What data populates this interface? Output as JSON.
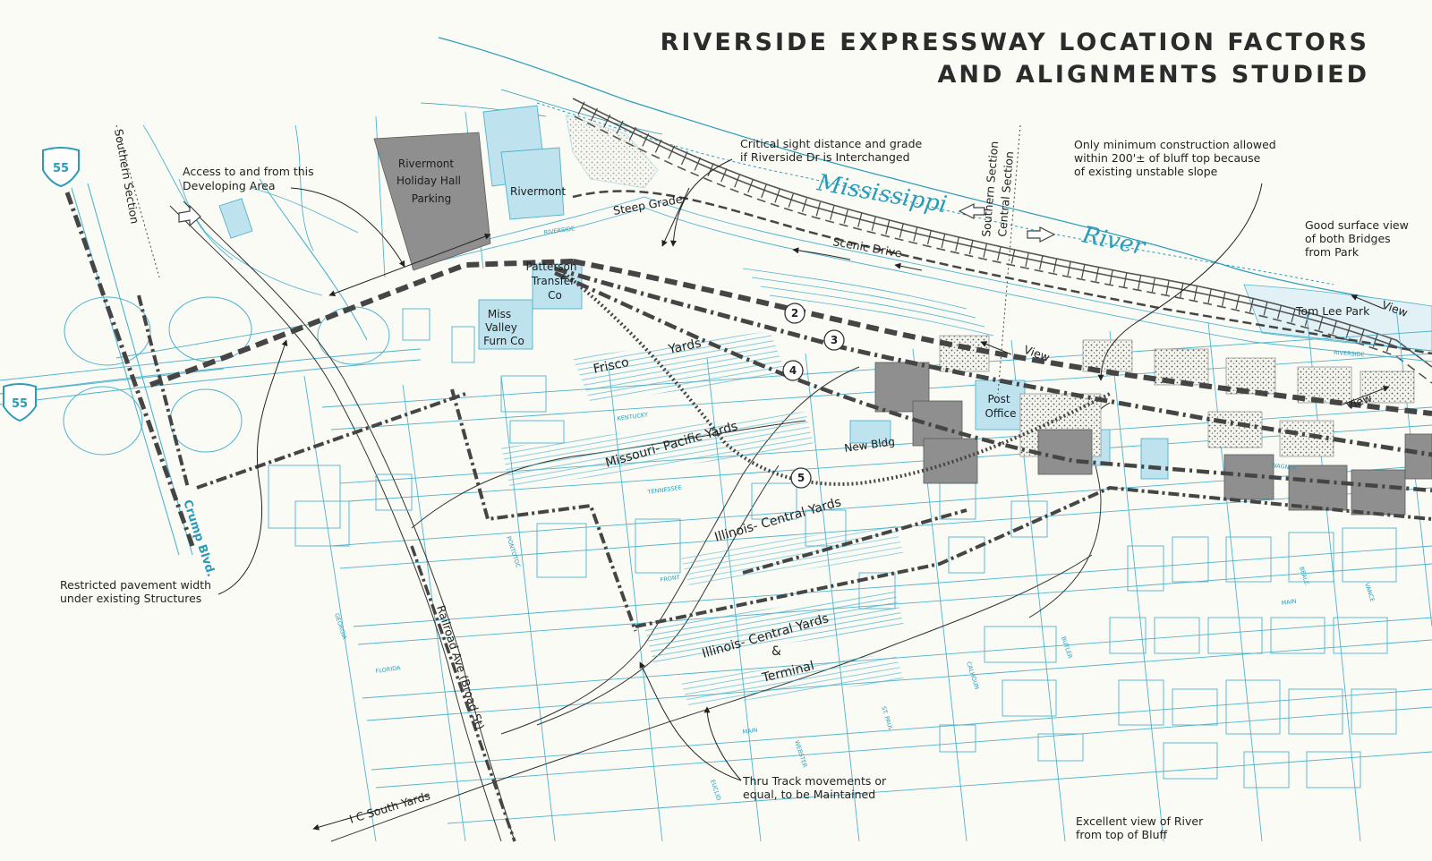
{
  "title": {
    "line1": "RIVERSIDE EXPRESSWAY LOCATION FACTORS",
    "line2": "AND ALIGNMENTS STUDIED"
  },
  "colors": {
    "water": "#2a9bb8",
    "street": "#4fb3cc",
    "building_fill": "#bfe3ee",
    "alignment": "#4a4a4a",
    "shaded_block": "#8a8a8a",
    "paper": "#fbfbf6"
  },
  "river": {
    "name_part1": "Mississippi",
    "name_part2": "River"
  },
  "sections": {
    "southern_left": "Southern Section",
    "southern_right": "Southern Section",
    "central": "Central Section"
  },
  "annotations": {
    "access": [
      "Access to and from this",
      "Developing Area"
    ],
    "critical": [
      "Critical sight distance and grade",
      "if Riverside Dr is Interchanged"
    ],
    "minimum": [
      "Only minimum construction allowed",
      "within 200'± of bluff top because",
      "of existing unstable slope"
    ],
    "good_view": [
      "Good surface view",
      "of both Bridges",
      "from Park"
    ],
    "restricted": [
      "Restricted pavement width",
      "under existing Structures"
    ],
    "thru_track": [
      "Thru Track movements or",
      "equal, to be Maintained"
    ],
    "excellent": [
      "Excellent view of River",
      "from top of Bluff"
    ]
  },
  "labels": {
    "rivermont_parking": [
      "Rivermont",
      "Holiday Hall",
      "Parking"
    ],
    "rivermont": "Rivermont",
    "patterson": [
      "Patterson",
      "Transfer",
      "Co"
    ],
    "miss_valley": [
      "Miss",
      "Valley",
      "Furn Co"
    ],
    "post_office": [
      "Post",
      "Office"
    ],
    "new_bldg": "New Bldg",
    "steep_grade": "Steep Grade",
    "scenic_drive": "Scenic Drive",
    "tom_lee_park": "Tom Lee Park",
    "view": "View",
    "frisco_yards": [
      "Frisco",
      "Yards"
    ],
    "missouri_pacific": "Missouri- Pacific Yards",
    "ic_yards_1": "Illinois- Central Yards",
    "ic_yards_2": "Illinois- Central Yards",
    "ic_amp": "&",
    "terminal": "Terminal",
    "railroad_ave": "Railroad Ave (Broad St)",
    "crump_blvd": "Crump Blvd.",
    "ic_south_yards": "I C South Yards"
  },
  "streets": [
    "RIVERSIDE",
    "RIVERSIDE",
    "KENTUCKY",
    "TENNESSEE",
    "GEORGIA",
    "FLORIDA",
    "ST. PAUL",
    "WEBSTER",
    "CALHOUN",
    "BUTLER",
    "MAIN",
    "MAIN",
    "FRONT",
    "WAGNER",
    "VANCE",
    "BEALE",
    "PONTOTOC",
    "EUCLID"
  ],
  "interstate": "55",
  "alignments": [
    "2",
    "3",
    "4",
    "5"
  ]
}
